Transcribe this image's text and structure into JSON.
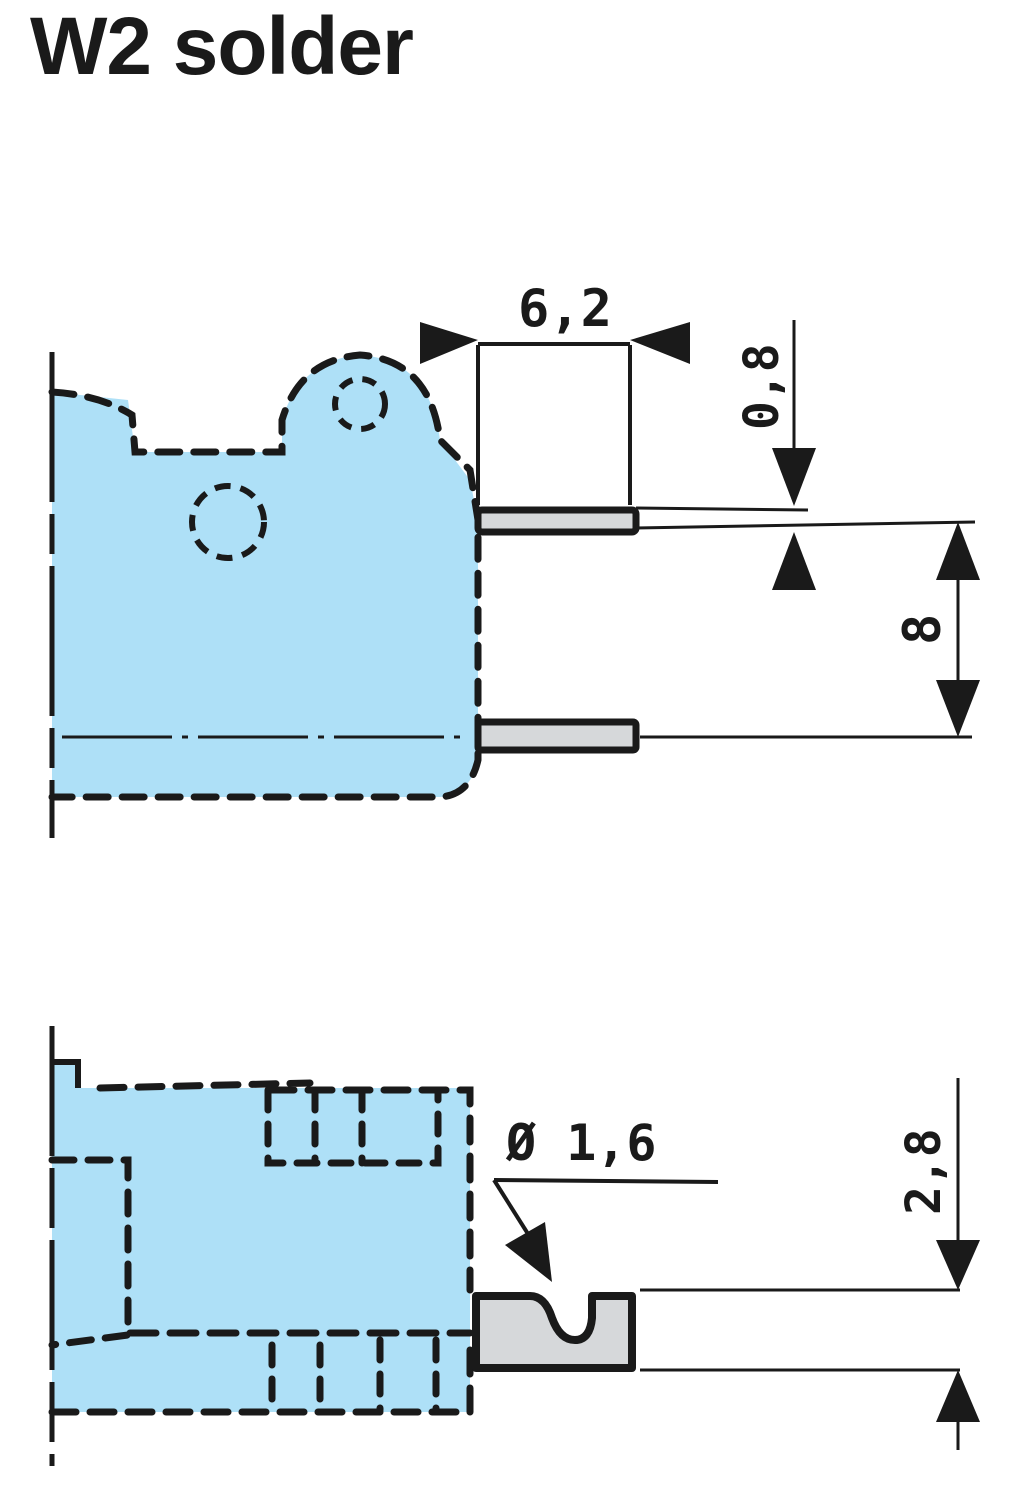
{
  "title": "W2 solder",
  "colors": {
    "housing_fill": "#aee0f7",
    "pad_fill": "#d6d8da",
    "line": "#1a1a1a",
    "background": "#ffffff"
  },
  "top_view": {
    "dimensions": {
      "pad_length": "6,2",
      "pad_thickness": "0,8",
      "pin_pitch": "8"
    }
  },
  "side_view": {
    "dimensions": {
      "hole_diameter": "Ø 1,6",
      "pad_height": "2,8"
    }
  }
}
